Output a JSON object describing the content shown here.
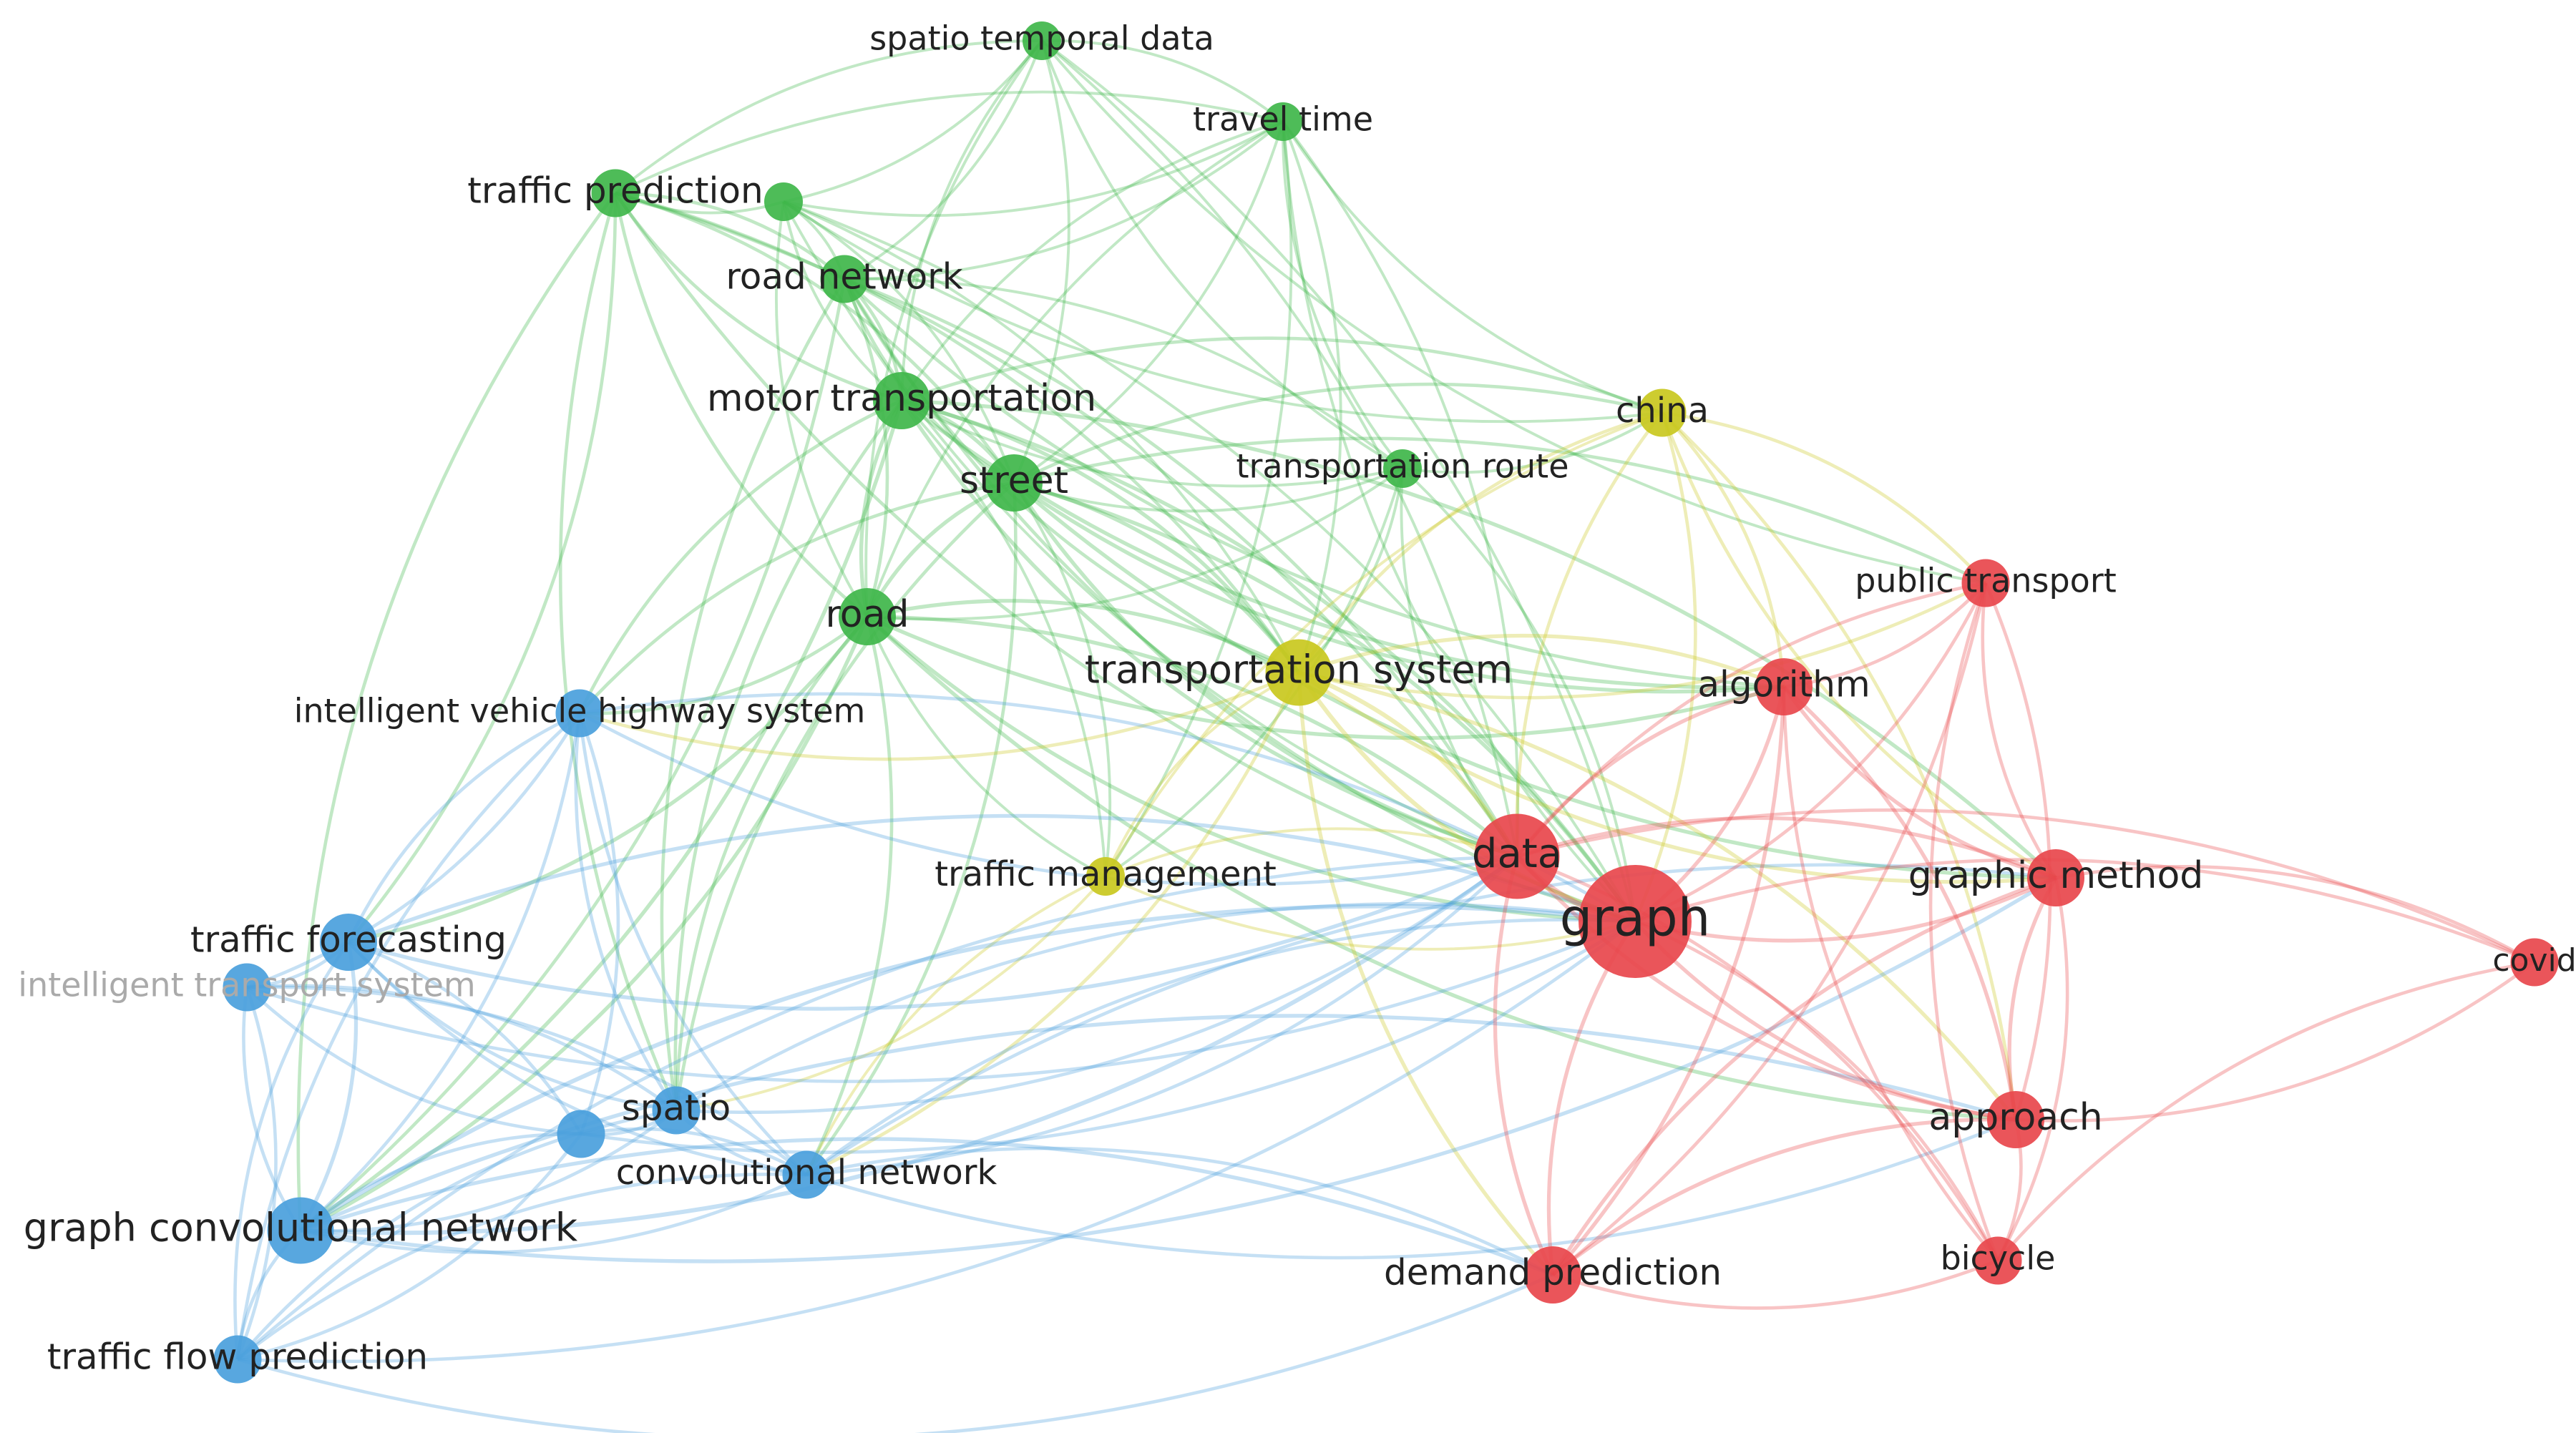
{
  "colors": {
    "red": "#e8474c",
    "green": "#3fb64a",
    "blue": "#4a9fdc",
    "yellow": "#c9c81e",
    "faded_label": "#aaaaaa"
  },
  "nodes": [
    {
      "id": "spatio-temporal-data",
      "label": "spatio temporal data",
      "cluster": "green",
      "weight": 2
    },
    {
      "id": "travel-time",
      "label": "travel time",
      "cluster": "green",
      "weight": 2
    },
    {
      "id": "traffic-prediction",
      "label": "traffic prediction",
      "cluster": "green",
      "weight": 3
    },
    {
      "id": "green-minor",
      "label": "",
      "cluster": "green",
      "weight": 2
    },
    {
      "id": "road-network",
      "label": "road network",
      "cluster": "green",
      "weight": 3
    },
    {
      "id": "motor-transportation",
      "label": "motor transportation",
      "cluster": "green",
      "weight": 4
    },
    {
      "id": "street",
      "label": "street",
      "cluster": "green",
      "weight": 4
    },
    {
      "id": "road",
      "label": "road",
      "cluster": "green",
      "weight": 4
    },
    {
      "id": "transportation-route",
      "label": "transportation route",
      "cluster": "green",
      "weight": 2
    },
    {
      "id": "china",
      "label": "china",
      "cluster": "yellow",
      "weight": 3
    },
    {
      "id": "transportation-system",
      "label": "transportation system",
      "cluster": "yellow",
      "weight": 5
    },
    {
      "id": "traffic-management",
      "label": "traffic management",
      "cluster": "yellow",
      "weight": 2
    },
    {
      "id": "intelligent-vehicle-highway-system",
      "label": "intelligent vehicle highway system",
      "cluster": "blue",
      "weight": 3
    },
    {
      "id": "traffic-forecasting",
      "label": "traffic forecasting",
      "cluster": "blue",
      "weight": 4
    },
    {
      "id": "intelligent-transport-system",
      "label": "intelligent transport system",
      "cluster": "blue",
      "weight": 3,
      "faded": true
    },
    {
      "id": "spatio",
      "label": "spatio",
      "cluster": "blue",
      "weight": 3
    },
    {
      "id": "blue-minor",
      "label": "",
      "cluster": "blue",
      "weight": 3
    },
    {
      "id": "convolutional-network",
      "label": "convolutional network",
      "cluster": "blue",
      "weight": 3
    },
    {
      "id": "graph-convolutional-network",
      "label": "graph convolutional network",
      "cluster": "blue",
      "weight": 5
    },
    {
      "id": "traffic-flow-prediction",
      "label": "traffic flow prediction",
      "cluster": "blue",
      "weight": 3
    },
    {
      "id": "public-transport",
      "label": "public transport",
      "cluster": "red",
      "weight": 3
    },
    {
      "id": "algorithm",
      "label": "algorithm",
      "cluster": "red",
      "weight": 4
    },
    {
      "id": "data",
      "label": "data",
      "cluster": "red",
      "weight": 7
    },
    {
      "id": "graph",
      "label": "graph",
      "cluster": "red",
      "weight": 10
    },
    {
      "id": "graphic-method",
      "label": "graphic method",
      "cluster": "red",
      "weight": 4
    },
    {
      "id": "covid",
      "label": "covid",
      "cluster": "red",
      "weight": 3
    },
    {
      "id": "approach",
      "label": "approach",
      "cluster": "red",
      "weight": 4
    },
    {
      "id": "bicycle",
      "label": "bicycle",
      "cluster": "red",
      "weight": 3
    },
    {
      "id": "demand-prediction",
      "label": "demand prediction",
      "cluster": "red",
      "weight": 4
    }
  ],
  "edges": [
    [
      "spatio-temporal-data",
      "travel-time"
    ],
    [
      "spatio-temporal-data",
      "traffic-prediction"
    ],
    [
      "spatio-temporal-data",
      "road-network"
    ],
    [
      "spatio-temporal-data",
      "motor-transportation"
    ],
    [
      "spatio-temporal-data",
      "street"
    ],
    [
      "spatio-temporal-data",
      "road"
    ],
    [
      "spatio-temporal-data",
      "green-minor"
    ],
    [
      "spatio-temporal-data",
      "transportation-route"
    ],
    [
      "spatio-temporal-data",
      "graph"
    ],
    [
      "spatio-temporal-data",
      "public-transport"
    ],
    [
      "spatio-temporal-data",
      "data"
    ],
    [
      "travel-time",
      "traffic-prediction"
    ],
    [
      "travel-time",
      "road-network"
    ],
    [
      "travel-time",
      "motor-transportation"
    ],
    [
      "travel-time",
      "street"
    ],
    [
      "travel-time",
      "road"
    ],
    [
      "travel-time",
      "green-minor"
    ],
    [
      "travel-time",
      "transportation-route"
    ],
    [
      "travel-time",
      "transportation-system"
    ],
    [
      "travel-time",
      "china"
    ],
    [
      "travel-time",
      "data"
    ],
    [
      "travel-time",
      "graph"
    ],
    [
      "travel-time",
      "traffic-management"
    ],
    [
      "traffic-prediction",
      "green-minor"
    ],
    [
      "traffic-prediction",
      "road-network"
    ],
    [
      "traffic-prediction",
      "motor-transportation"
    ],
    [
      "traffic-prediction",
      "street"
    ],
    [
      "traffic-prediction",
      "road"
    ],
    [
      "traffic-prediction",
      "transportation-system"
    ],
    [
      "traffic-prediction",
      "graph"
    ],
    [
      "traffic-prediction",
      "data"
    ],
    [
      "traffic-prediction",
      "spatio"
    ],
    [
      "traffic-prediction",
      "traffic-forecasting"
    ],
    [
      "traffic-prediction",
      "graph-convolutional-network"
    ],
    [
      "green-minor",
      "road-network"
    ],
    [
      "green-minor",
      "motor-transportation"
    ],
    [
      "green-minor",
      "street"
    ],
    [
      "green-minor",
      "road"
    ],
    [
      "green-minor",
      "transportation-system"
    ],
    [
      "green-minor",
      "china"
    ],
    [
      "green-minor",
      "graph"
    ],
    [
      "green-minor",
      "data"
    ],
    [
      "road-network",
      "motor-transportation"
    ],
    [
      "road-network",
      "street"
    ],
    [
      "road-network",
      "road"
    ],
    [
      "road-network",
      "transportation-system"
    ],
    [
      "road-network",
      "transportation-route"
    ],
    [
      "road-network",
      "graph"
    ],
    [
      "road-network",
      "data"
    ],
    [
      "road-network",
      "spatio"
    ],
    [
      "road-network",
      "graph-convolutional-network"
    ],
    [
      "road-network",
      "algorithm"
    ],
    [
      "motor-transportation",
      "street"
    ],
    [
      "motor-transportation",
      "road"
    ],
    [
      "motor-transportation",
      "transportation-system"
    ],
    [
      "motor-transportation",
      "transportation-route"
    ],
    [
      "motor-transportation",
      "china"
    ],
    [
      "motor-transportation",
      "intelligent-vehicle-highway-system"
    ],
    [
      "motor-transportation",
      "graph"
    ],
    [
      "motor-transportation",
      "data"
    ],
    [
      "motor-transportation",
      "traffic-management"
    ],
    [
      "motor-transportation",
      "algorithm"
    ],
    [
      "motor-transportation",
      "graph-convolutional-network"
    ],
    [
      "motor-transportation",
      "spatio"
    ],
    [
      "motor-transportation",
      "graphic-method"
    ],
    [
      "street",
      "road"
    ],
    [
      "street",
      "transportation-system"
    ],
    [
      "street",
      "transportation-route"
    ],
    [
      "street",
      "china"
    ],
    [
      "street",
      "intelligent-vehicle-highway-system"
    ],
    [
      "street",
      "graph"
    ],
    [
      "street",
      "data"
    ],
    [
      "street",
      "traffic-management"
    ],
    [
      "street",
      "algorithm"
    ],
    [
      "street",
      "public-transport"
    ],
    [
      "street",
      "graphic-method"
    ],
    [
      "street",
      "convolutional-network"
    ],
    [
      "street",
      "spatio"
    ],
    [
      "road",
      "transportation-system"
    ],
    [
      "road",
      "transportation-route"
    ],
    [
      "road",
      "intelligent-vehicle-highway-system"
    ],
    [
      "road",
      "graph"
    ],
    [
      "road",
      "data"
    ],
    [
      "road",
      "traffic-management"
    ],
    [
      "road",
      "graph-convolutional-network"
    ],
    [
      "road",
      "spatio"
    ],
    [
      "road",
      "convolutional-network"
    ],
    [
      "road",
      "algorithm"
    ],
    [
      "road",
      "traffic-forecasting"
    ],
    [
      "road",
      "approach"
    ],
    [
      "transportation-route",
      "transportation-system"
    ],
    [
      "transportation-route",
      "china"
    ],
    [
      "transportation-route",
      "graph"
    ],
    [
      "transportation-route",
      "data"
    ],
    [
      "transportation-route",
      "traffic-management"
    ],
    [
      "china",
      "transportation-system"
    ],
    [
      "china",
      "graph"
    ],
    [
      "china",
      "data"
    ],
    [
      "china",
      "algorithm"
    ],
    [
      "china",
      "traffic-management"
    ],
    [
      "china",
      "public-transport"
    ],
    [
      "china",
      "graphic-method"
    ],
    [
      "china",
      "approach"
    ],
    [
      "transportation-system",
      "graph"
    ],
    [
      "transportation-system",
      "data"
    ],
    [
      "transportation-system",
      "traffic-management"
    ],
    [
      "transportation-system",
      "algorithm"
    ],
    [
      "transportation-system",
      "public-transport"
    ],
    [
      "transportation-system",
      "intelligent-vehicle-highway-system"
    ],
    [
      "transportation-system",
      "graphic-method"
    ],
    [
      "transportation-system",
      "approach"
    ],
    [
      "transportation-system",
      "demand-prediction"
    ],
    [
      "transportation-system",
      "convolutional-network"
    ],
    [
      "traffic-management",
      "graph"
    ],
    [
      "traffic-management",
      "data"
    ],
    [
      "traffic-management",
      "convolutional-network"
    ],
    [
      "traffic-management",
      "spatio"
    ],
    [
      "intelligent-vehicle-highway-system",
      "traffic-forecasting"
    ],
    [
      "intelligent-vehicle-highway-system",
      "intelligent-transport-system"
    ],
    [
      "intelligent-vehicle-highway-system",
      "spatio"
    ],
    [
      "intelligent-vehicle-highway-system",
      "blue-minor"
    ],
    [
      "intelligent-vehicle-highway-system",
      "convolutional-network"
    ],
    [
      "intelligent-vehicle-highway-system",
      "graph-convolutional-network"
    ],
    [
      "intelligent-vehicle-highway-system",
      "traffic-flow-prediction"
    ],
    [
      "intelligent-vehicle-highway-system",
      "graph"
    ],
    [
      "intelligent-vehicle-highway-system",
      "data"
    ],
    [
      "traffic-forecasting",
      "intelligent-transport-system"
    ],
    [
      "traffic-forecasting",
      "spatio"
    ],
    [
      "traffic-forecasting",
      "blue-minor"
    ],
    [
      "traffic-forecasting",
      "convolutional-network"
    ],
    [
      "traffic-forecasting",
      "graph-convolutional-network"
    ],
    [
      "traffic-forecasting",
      "traffic-flow-prediction"
    ],
    [
      "traffic-forecasting",
      "graph"
    ],
    [
      "traffic-forecasting",
      "data"
    ],
    [
      "intelligent-transport-system",
      "spatio"
    ],
    [
      "intelligent-transport-system",
      "blue-minor"
    ],
    [
      "intelligent-transport-system",
      "convolutional-network"
    ],
    [
      "intelligent-transport-system",
      "graph-convolutional-network"
    ],
    [
      "intelligent-transport-system",
      "traffic-flow-prediction"
    ],
    [
      "intelligent-transport-system",
      "graph"
    ],
    [
      "spatio",
      "blue-minor"
    ],
    [
      "spatio",
      "convolutional-network"
    ],
    [
      "spatio",
      "graph-convolutional-network"
    ],
    [
      "spatio",
      "traffic-flow-prediction"
    ],
    [
      "spatio",
      "graph"
    ],
    [
      "spatio",
      "data"
    ],
    [
      "blue-minor",
      "convolutional-network"
    ],
    [
      "blue-minor",
      "graph-convolutional-network"
    ],
    [
      "blue-minor",
      "traffic-flow-prediction"
    ],
    [
      "blue-minor",
      "graph"
    ],
    [
      "convolutional-network",
      "graph-convolutional-network"
    ],
    [
      "convolutional-network",
      "traffic-flow-prediction"
    ],
    [
      "convolutional-network",
      "graph"
    ],
    [
      "convolutional-network",
      "data"
    ],
    [
      "convolutional-network",
      "demand-prediction"
    ],
    [
      "convolutional-network",
      "approach"
    ],
    [
      "convolutional-network",
      "graphic-method"
    ],
    [
      "graph-convolutional-network",
      "traffic-flow-prediction"
    ],
    [
      "graph-convolutional-network",
      "graph"
    ],
    [
      "graph-convolutional-network",
      "data"
    ],
    [
      "graph-convolutional-network",
      "demand-prediction"
    ],
    [
      "graph-convolutional-network",
      "graphic-method"
    ],
    [
      "graph-convolutional-network",
      "approach"
    ],
    [
      "traffic-flow-prediction",
      "graph"
    ],
    [
      "traffic-flow-prediction",
      "data"
    ],
    [
      "traffic-flow-prediction",
      "demand-prediction"
    ],
    [
      "public-transport",
      "algorithm"
    ],
    [
      "public-transport",
      "data"
    ],
    [
      "public-transport",
      "graph"
    ],
    [
      "public-transport",
      "graphic-method"
    ],
    [
      "public-transport",
      "approach"
    ],
    [
      "public-transport",
      "bicycle"
    ],
    [
      "public-transport",
      "demand-prediction"
    ],
    [
      "algorithm",
      "data"
    ],
    [
      "algorithm",
      "graph"
    ],
    [
      "algorithm",
      "graphic-method"
    ],
    [
      "algorithm",
      "approach"
    ],
    [
      "algorithm",
      "bicycle"
    ],
    [
      "algorithm",
      "demand-prediction"
    ],
    [
      "data",
      "graph"
    ],
    [
      "data",
      "graphic-method"
    ],
    [
      "data",
      "approach"
    ],
    [
      "data",
      "bicycle"
    ],
    [
      "data",
      "demand-prediction"
    ],
    [
      "data",
      "covid"
    ],
    [
      "graph",
      "graphic-method"
    ],
    [
      "graph",
      "covid"
    ],
    [
      "graph",
      "approach"
    ],
    [
      "graph",
      "bicycle"
    ],
    [
      "graph",
      "demand-prediction"
    ],
    [
      "graphic-method",
      "covid"
    ],
    [
      "graphic-method",
      "approach"
    ],
    [
      "graphic-method",
      "bicycle"
    ],
    [
      "graphic-method",
      "demand-prediction"
    ],
    [
      "covid",
      "approach"
    ],
    [
      "covid",
      "bicycle"
    ],
    [
      "approach",
      "bicycle"
    ],
    [
      "approach",
      "demand-prediction"
    ],
    [
      "bicycle",
      "demand-prediction"
    ]
  ]
}
